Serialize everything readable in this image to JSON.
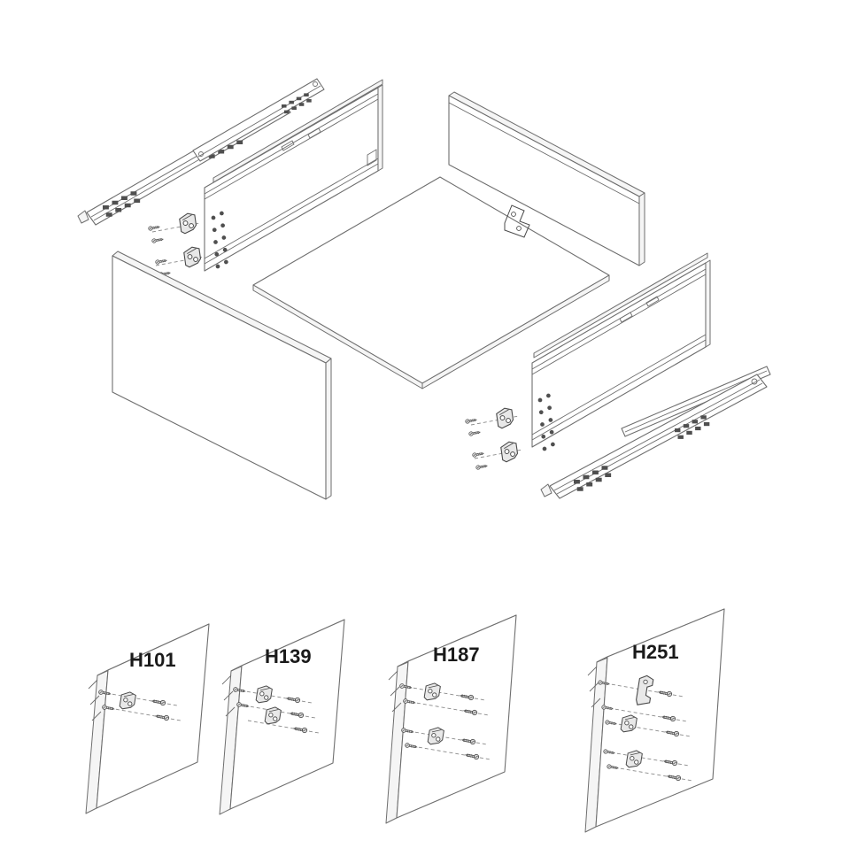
{
  "diagram": {
    "type": "exploded-assembly-drawing",
    "subject": "drawer-system-with-slides-and-front-fixing-bracket-variants",
    "colors": {
      "background": "#ffffff",
      "panel_line": "#6e6e6e",
      "hardware_line": "#4a4a4a",
      "label_text": "#1a1a1a"
    },
    "variants": [
      {
        "label": "H101"
      },
      {
        "label": "H139"
      },
      {
        "label": "H187"
      },
      {
        "label": "H251"
      }
    ]
  }
}
